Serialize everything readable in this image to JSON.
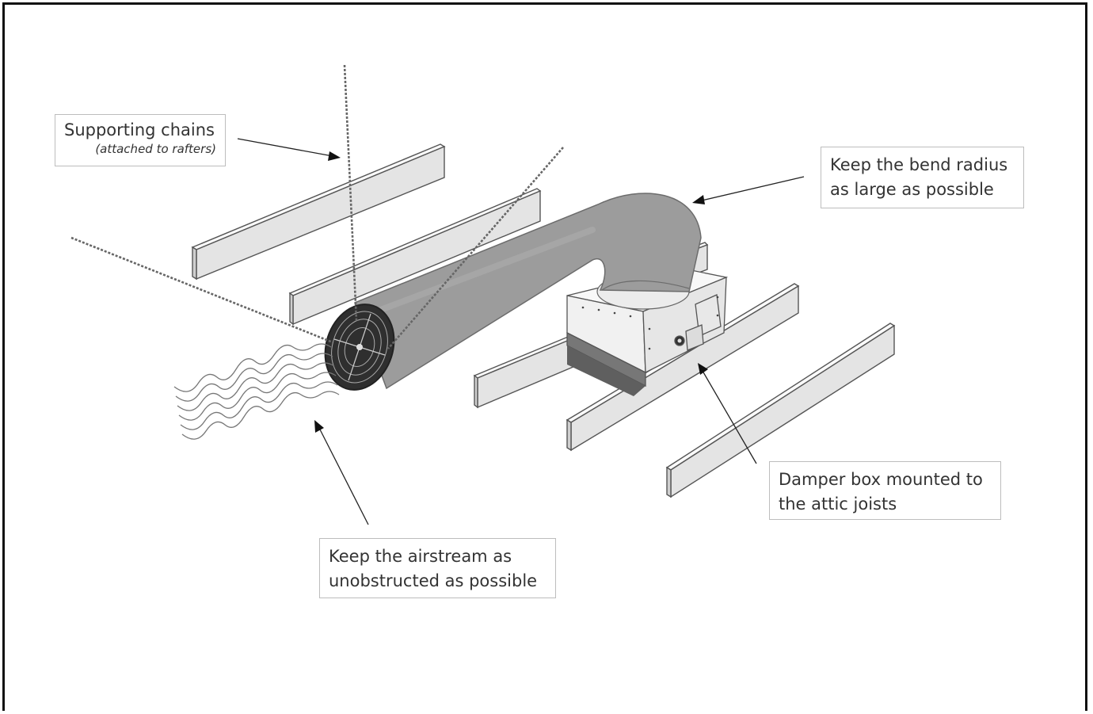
{
  "callouts": {
    "chains": {
      "title": "Supporting chains",
      "subtitle": "(attached to rafters)"
    },
    "bend": {
      "line1": "Keep the bend radius",
      "line2": "as large as possible"
    },
    "damper": {
      "line1": "Damper box mounted to",
      "line2": "the attic joists"
    },
    "airstream": {
      "line1": "Keep the airstream as",
      "line2": "unobstructed as possible"
    }
  },
  "colors": {
    "duct": "#9c9c9c",
    "duct_dark": "#7d7d7d",
    "joist": "#e2e2e2",
    "box": "#f4f4f4",
    "fan": "#3a3a3a",
    "border": "#111111"
  },
  "icons": [
    "chain-icon",
    "fan-icon",
    "airflow-icon",
    "damper-box-icon"
  ]
}
